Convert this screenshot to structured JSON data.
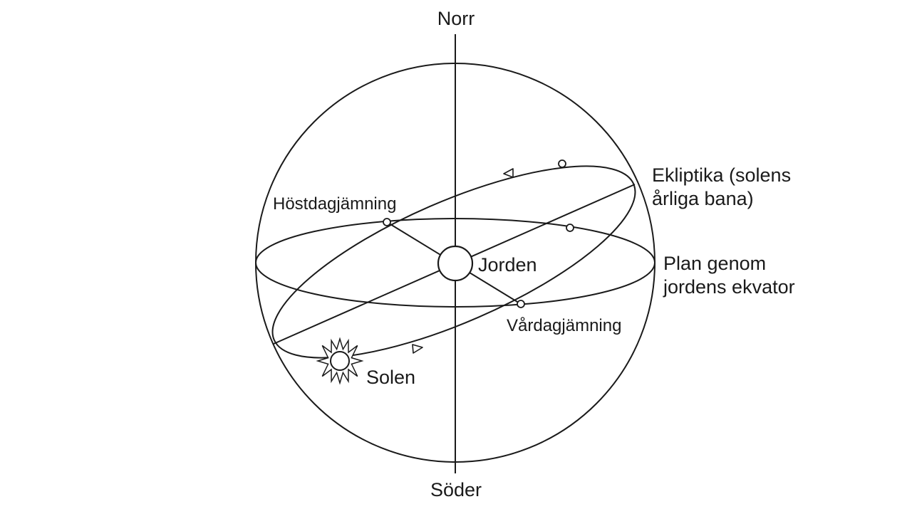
{
  "labels": {
    "north": "Norr",
    "south": "Söder",
    "earth": "Jorden",
    "sun": "Solen",
    "autumn_equinox": "Höstdagjämning",
    "vernal_equinox": "Vårdagjämning",
    "ecliptic_line1": "Ekliptika (solens",
    "ecliptic_line2": "årliga bana)",
    "equator_line1": "Plan genom",
    "equator_line2": "jordens ekvator"
  },
  "colors": {
    "ink": "#1a1a1a",
    "background": "#ffffff"
  },
  "icons": {
    "earth": "circle",
    "sun": "sun-icon",
    "direction_arrows": "triangle-arrow"
  }
}
